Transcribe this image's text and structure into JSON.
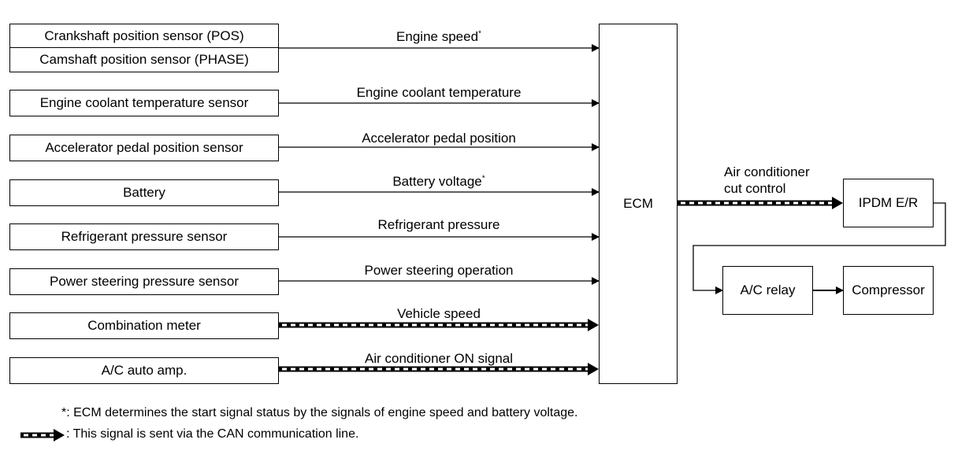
{
  "inputs": {
    "crank_pos": "Crankshaft position sensor (POS)",
    "cam_phase": "Camshaft position sensor (PHASE)",
    "coolant_sensor": "Engine coolant temperature sensor",
    "accel_sensor": "Accelerator pedal position sensor",
    "battery": "Battery",
    "refrig_sensor": "Refrigerant pressure sensor",
    "ps_sensor": "Power steering pressure sensor",
    "combo_meter": "Combination meter",
    "ac_auto_amp": "A/C auto amp."
  },
  "signals": {
    "engine_speed": "Engine speed",
    "engine_speed_mark": "*",
    "coolant_temp": "Engine coolant temperature",
    "accel_position": "Accelerator pedal position",
    "battery_voltage": "Battery voltage",
    "battery_voltage_mark": "*",
    "refrig_pressure": "Refrigerant pressure",
    "ps_operation": "Power steering operation",
    "vehicle_speed": "Vehicle speed",
    "ac_on_signal": "Air conditioner ON signal"
  },
  "ecm": "ECM",
  "output": {
    "cut_control_line1": "Air conditioner",
    "cut_control_line2": "cut control",
    "ipdm": "IPDM E/R",
    "ac_relay": "A/C relay",
    "compressor": "Compressor"
  },
  "notes": {
    "asterisk_note": "*: ECM determines the start signal status by the signals of engine speed and battery voltage.",
    "can_note": ": This signal is sent via the CAN communication line."
  }
}
